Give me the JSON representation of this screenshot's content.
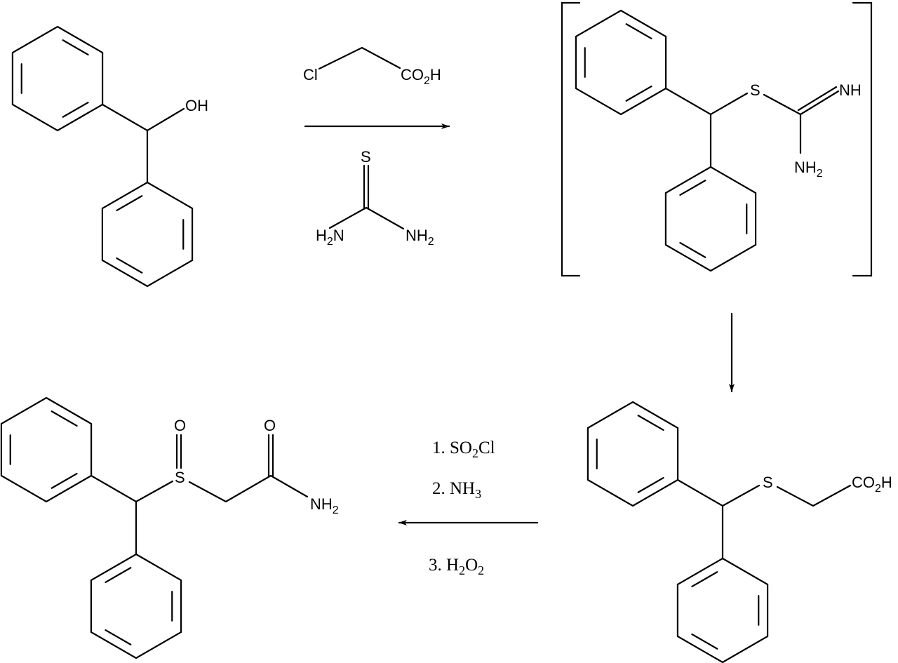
{
  "colors": {
    "ink": "#000000",
    "background": "#ffffff"
  },
  "reactant": {
    "oh": "OH"
  },
  "reagent_chloroacetic": {
    "cl": "Cl",
    "co2h_a": "CO",
    "co2h_sub": "2",
    "co2h_b": "H"
  },
  "reagent_thiourea": {
    "s": "S",
    "h2n_a": "H",
    "h2n_sub": "2",
    "h2n_b": "N",
    "nh2_a": "NH",
    "nh2_sub": "2"
  },
  "intermediate": {
    "s": "S",
    "nh": "NH",
    "nh2_a": "NH",
    "nh2_sub": "2"
  },
  "acid": {
    "s": "S",
    "co2h_a": "CO",
    "co2h_sub": "2",
    "co2h_b": "H"
  },
  "product": {
    "s": "S",
    "o_s": "O",
    "o_c": "O",
    "nh2_a": "NH",
    "nh2_sub": "2"
  },
  "conditions": {
    "step1_a": "1. SO",
    "step1_sub": "2",
    "step1_b": "Cl",
    "step2_a": "2. NH",
    "step2_sub": "3",
    "step3_a": "3. H",
    "step3_sub1": "2",
    "step3_b": "O",
    "step3_sub2": "2"
  }
}
